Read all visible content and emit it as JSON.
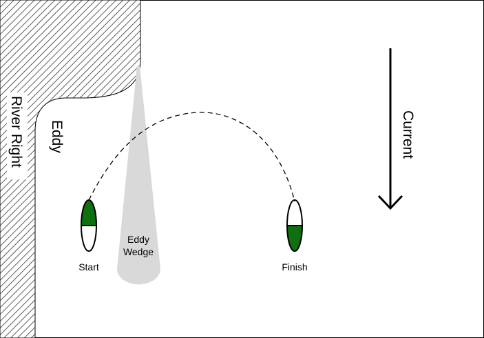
{
  "labels": {
    "river_right": "River Right",
    "eddy": "Eddy",
    "eddy_wedge_line1": "Eddy",
    "eddy_wedge_line2": "Wedge",
    "start": "Start",
    "finish": "Finish",
    "current": "Current"
  },
  "colors": {
    "boat_fill": "#107010",
    "wedge_fill": "#d9d9d9",
    "bank_hatch": "#333333",
    "outline": "#000000"
  },
  "icons": {
    "current_arrow": "arrow-down-icon",
    "boat": "kayak-icon"
  }
}
